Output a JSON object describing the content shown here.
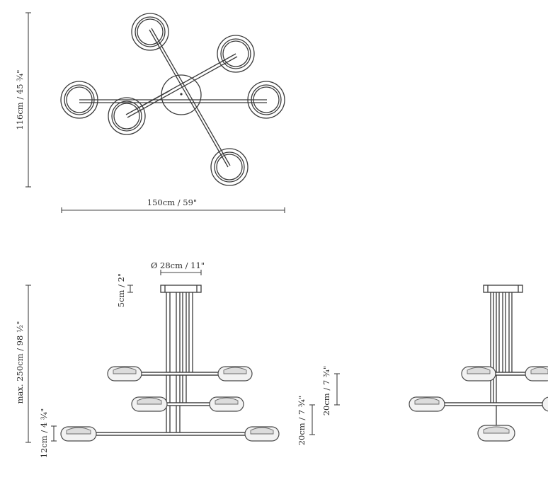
{
  "labels": {
    "total_height_top": "116cm / 45 ¾\"",
    "total_width_top": "150cm / 59\"",
    "canopy_diameter": "28cm / 11\"",
    "canopy_height": "5cm / 2\"",
    "max_height": "max. 250cm / 98 ½\"",
    "shade_height": "12cm / 4 ¾\"",
    "tier_spacing_a": "20cm / 7 ¾\"",
    "tier_spacing_b": "20cm / 7 ¾\""
  },
  "symbols": {
    "diameter": "Ø"
  }
}
